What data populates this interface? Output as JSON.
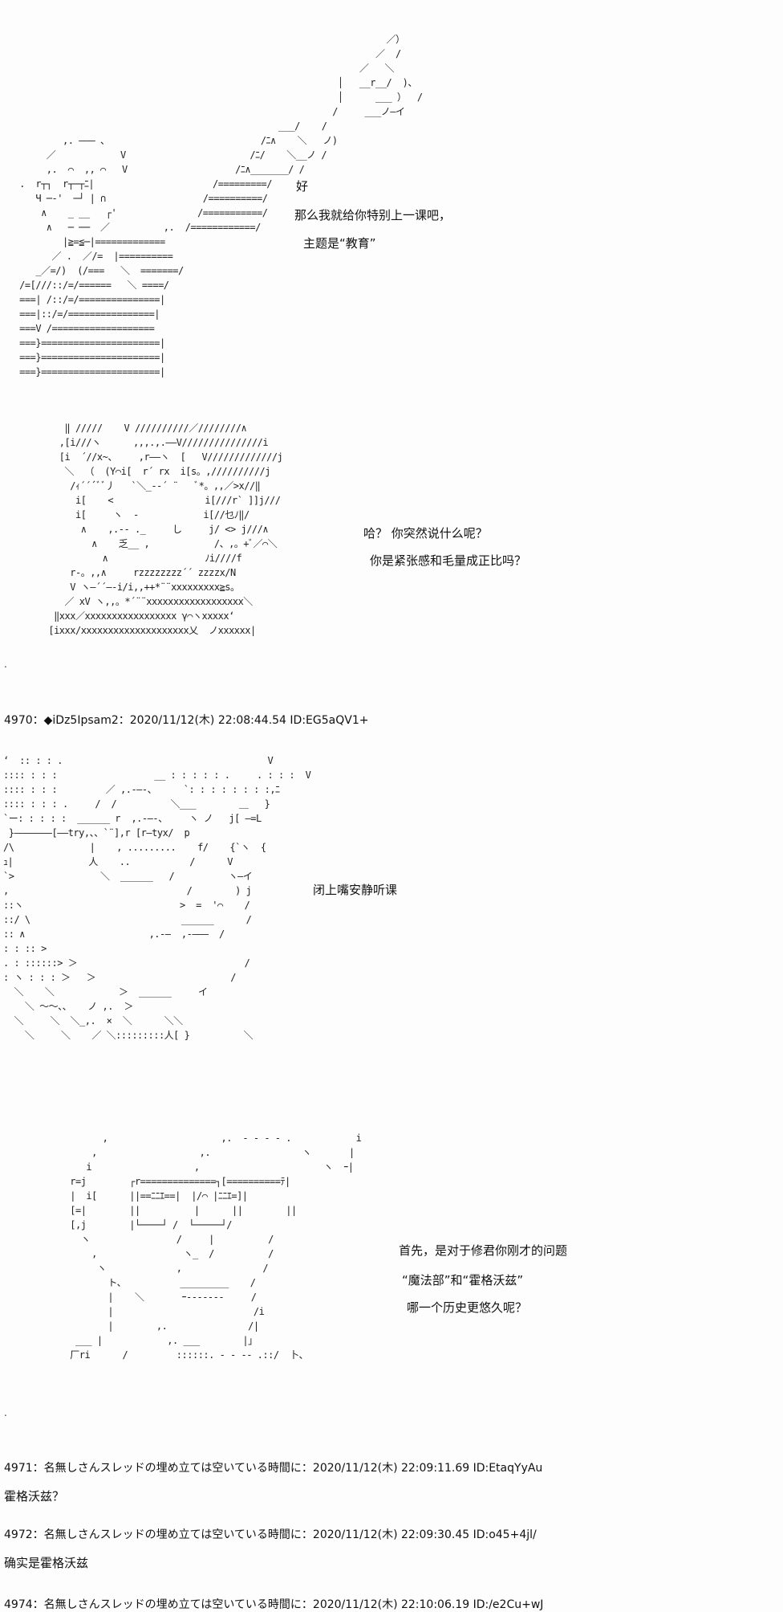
{
  "panels": [
    {
      "art": [
        "                                                                       ／）",
        "                                                                     ／  /",
        "                                                                  ／   ＼",
        "                                                              │   __r__/  )、",
        "                                                              │      ___ ）  /",
        "                                                             /     ___ノ―イ",
        "                                                   ___/    /",
        "           ,. ――― 、                            /ﾆ∧    ＼   ノ)",
        "        ／            V                       /ﾆ/    ＼__ノ /",
        "        ,.  ⌒  ,, ⌒   V                    /ﾆ∧_______/ /",
        "   .  r┬┐  r┬─┬ﾆ|                      /=========/",
        "      Ч ─‐'  ─┘ | ∩                  /==========/",
        "       ∧    _ __   ┌'               /===========/",
        "        ∧   ─ ──  ／          ,.  /============/",
        "           |≧=≦─|=============",
        "         ／ .  ／/=  |==========",
        "      _／=/)  (/===   ＼  =======/",
        "   /=[///::/=/======   ＼ ====/",
        "   ===| /::/=/===============|",
        "   ===|::/=/================|",
        "   ===V /===================",
        "   ===}======================|",
        "   ===}======================|",
        "   ===}======================|"
      ],
      "lines": [
        "好",
        "那么我就给你特别上一课吧，",
        "主题是“教育”"
      ]
    },
    {
      "art": [
        "         ‖ /////    V //////////／////////∧",
        "        ,[i///ヽ      ,,,.,.――V///////////////i",
        "        [i  ´//x~、    ,r――ヽ  [   V/////////////j",
        "         ＼  （  (Y⌒i[  r´ rx  i[s。,//////////j",
        "          /ｨ´´´ﾞﾞ丿   `＼_-‐´ ¨   ﾞ*。,,／>x//‖",
        "           i[    <                 i[///r` ]]j///",
        "           i[     ヽ  ‐            i[//乜ﾉ‖/",
        "            ∧    ,.-- ._     し     j/ <> j///∧",
        "              ∧    乏__ ,            /、,。+ﾞ／⌒＼",
        "                ∧                  ﾉi////f",
        "          r‐。,,∧     rzzzzzzzz´´ zzzzx/N",
        "          V ヽ―´´―-i/i,,++*¨¨xxxxxxxxx≧s。",
        "         ／ xV ヽ,,。*´¨¨xxxxxxxxxxxxxxxxxx＼",
        "       ‖xxx／xxxxxxxxxxxxxxxxx γ⌒ヽxxxxx‘",
        "      [ixxx/xxxxxxxxxxxxxxxxxxxx乂  ノxxxxxx|"
      ],
      "lines": [
        "哈？ 你突然说什么呢？",
        "你是紧张感和毛量成正比吗？"
      ]
    },
    {
      "art": [
        "‘  :: : : .                                      V",
        ":::: : : :                  __ : : : : : .     . : : :  V",
        ":::: : : :         ／ ,.-―-、     `: : : : : : : :,ﾆ",
        ":::: : : : .     /  /          ＼___        ＿   }",
        "`ー: : : : :  ______ r  ,.-―-、    ヽ ノ   j[ ―=L",
        " }―――――――[――try,、、`¨],r [r―tyx/  p",
        "/\\              |    , .........    f/    {`ヽ  {",
        "ｭ|              人    ..           /      V",
        "`>                ＼  ______   /          ヽ―イ",
        ",                                 /        ) j",
        "::ヽ                             >  =  '⌒    /",
        "::/ \\                            ______      /",
        ":: ∧                       ,.-―  ,-―――  /",
        ": : :: >",
        ". : ::::::> ＞                               /",
        ": ヽ : : : ＞   ＞                         /",
        "  ＼    ＼            ＞  ______     イ",
        "    ＼ ～～、、   ノ ,.  ＞",
        "  ＼     ＼  ＼_,.  ×  ＼      ＼＼",
        "    ＼     ＼    ／ ＼:::::::::人[ }          ＼"
      ],
      "lines": [
        "闭上嘴安静听课"
      ]
    },
    {
      "art": [
        "                ,                     ,.  - - - ‐ .            i",
        "              ,                   ,.                 ヽ       |",
        "             i                   ,                       ヽ  ｰ|",
        "          r=j        ┌r==============┐[==========ﾃ|",
        "          |  i[      ||==ﾆﾆｴ==|  |/⌒ |ﾆﾆｴ=]|",
        "          [=|        ||          |      ||        ||",
        "          [,j        |└────┘ /  └─────┘/",
        "            ヽ                /     |          /",
        "              ,                ヽ_  /          /",
        "               ヽ             ,               /",
        "                 ト、          _________    /",
        "                 |    ＼       ｰ-------     /",
        "                 |                          /i",
        "                 |        ,.               /|",
        "           ___ |            ,. ___        |」",
        "          厂ri      /         ::::::. - - -- .::/  卜、"
      ],
      "lines": [
        "首先，是对于修君你刚才的问题",
        "“魔法部”和“霍格沃兹”",
        "哪一个历史更悠久呢？"
      ]
    }
  ],
  "posts": [
    {
      "number": "4970",
      "name": "◆iDz5Ipsam2",
      "date": "2020/11/12(木) 22:08:44.54",
      "id": "ID:EG5aQV1+",
      "header": "4970：◆iDz5Ipsam2：2020/11/12(木) 22:08:44.54 ID:EG5aQV1+"
    },
    {
      "number": "4971",
      "header": "4971：名無しさんスレッドの埋め立ては空いている時間に：2020/11/12(木) 22:09:11.69 ID:EtaqYyAu",
      "body": "霍格沃兹？"
    },
    {
      "number": "4972",
      "header": "4972：名無しさんスレッドの埋め立ては空いている時間に：2020/11/12(木) 22:09:30.45 ID:o45+4jl/",
      "body": "确实是霍格沃兹"
    },
    {
      "number": "4974",
      "header": "4974：名無しさんスレッドの埋め立ては空いている時間に：2020/11/12(木) 22:10:06.19 ID:/e2Cu+wJ"
    }
  ],
  "separator_dot": "."
}
